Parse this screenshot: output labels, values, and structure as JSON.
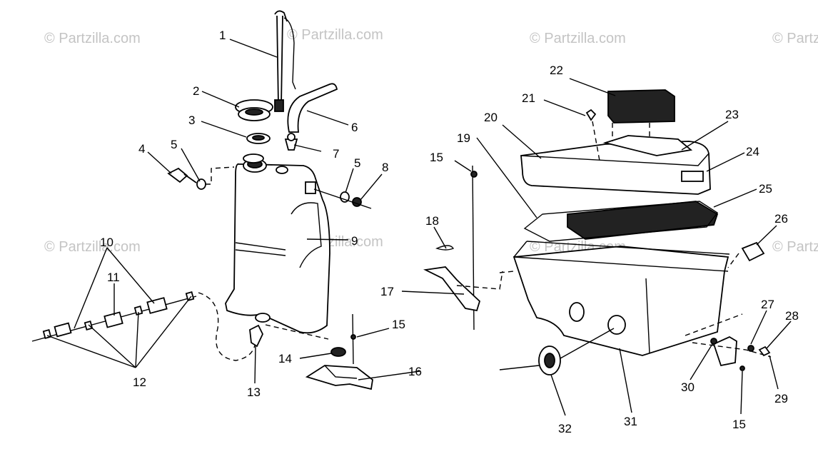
{
  "watermark": "© Partzilla.com",
  "colors": {
    "ink": "#000000",
    "background": "#ffffff",
    "watermark": "#c4c4c4"
  },
  "callouts": {
    "c1": "1",
    "c2": "2",
    "c3": "3",
    "c4": "4",
    "c5a": "5",
    "c5b": "5",
    "c6": "6",
    "c7": "7",
    "c8": "8",
    "c9": "9",
    "c10": "10",
    "c11": "11",
    "c12": "12",
    "c13": "13",
    "c14": "14",
    "c15a": "15",
    "c15b": "15",
    "c15c": "15",
    "c16": "16",
    "c17": "17",
    "c18": "18",
    "c19": "19",
    "c20": "20",
    "c21": "21",
    "c22": "22",
    "c23": "23",
    "c24": "24",
    "c25": "25",
    "c26": "26",
    "c27": "27",
    "c28": "28",
    "c29": "29",
    "c30": "30",
    "c31": "31",
    "c32": "32"
  }
}
